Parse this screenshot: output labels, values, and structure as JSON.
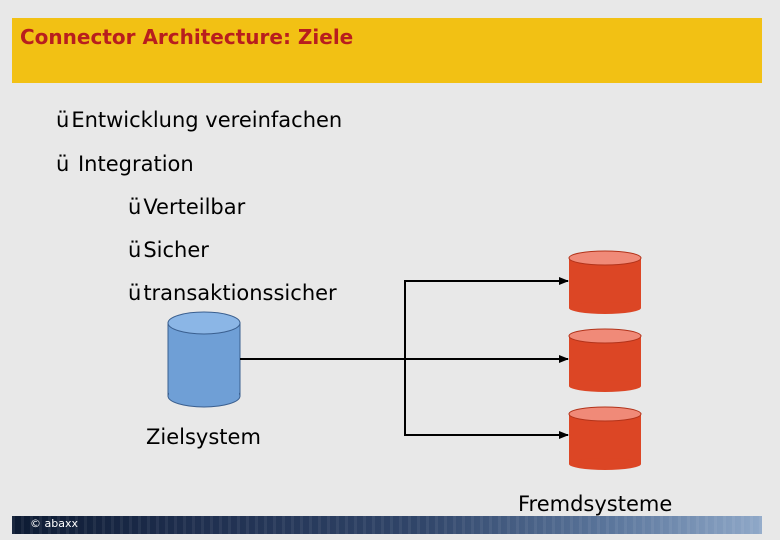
{
  "title": "Connector Architecture: Ziele",
  "check_glyph": "ü",
  "bullets": [
    {
      "text": "Entwicklung vereinfachen"
    },
    {
      "text": " Integration"
    },
    {
      "text": "Verteilbar"
    },
    {
      "text": "Sicher"
    },
    {
      "text": "transaktionssicher"
    }
  ],
  "diagram": {
    "source_label": "Zielsystem",
    "target_label": "Fremdsysteme",
    "colors": {
      "source_body": "#6f9fd6",
      "source_top": "#8bb6e6",
      "target_body": "#dc4625",
      "target_top": "#f08a78"
    }
  },
  "footer": {
    "text": "© abaxx"
  }
}
